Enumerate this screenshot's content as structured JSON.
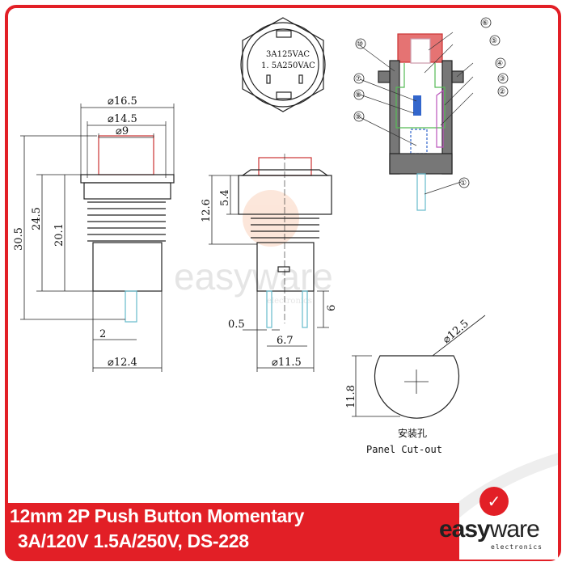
{
  "title": {
    "line1": "12mm 2P Push Button Momentary",
    "line2": "3A/120V 1.5A/250V, DS-228"
  },
  "brand": {
    "name_bold": "easy",
    "name_light": "ware",
    "subtitle": "electronics",
    "watermark": "easyware",
    "watermark_sub": "electronics"
  },
  "colors": {
    "accent": "#e21f26"
  },
  "top_view": {
    "rating1": "3A125VAC",
    "rating2": "1. 5A250VAC"
  },
  "front_view": {
    "d1": "⌀16.5",
    "d2": "⌀14.5",
    "d3": "⌀9",
    "h1": "30.5",
    "h2": "24.5",
    "h3": "20.1",
    "w_pin": "2",
    "d_body": "⌀12.4"
  },
  "side_view": {
    "h1": "12.6",
    "h2": "5.4",
    "pin_t": "0.5",
    "pin_gap": "6.7",
    "pin_len": "6",
    "d_body": "⌀11.5"
  },
  "cutout": {
    "diameter": "⌀12.5",
    "flat": "11.8",
    "label_cn": "安装孔",
    "label_en": "Panel Cut-out"
  },
  "parts": [
    "①",
    "②",
    "③",
    "④",
    "⑤",
    "⑥",
    "⑦",
    "⑧",
    "⑨",
    "⑩"
  ]
}
